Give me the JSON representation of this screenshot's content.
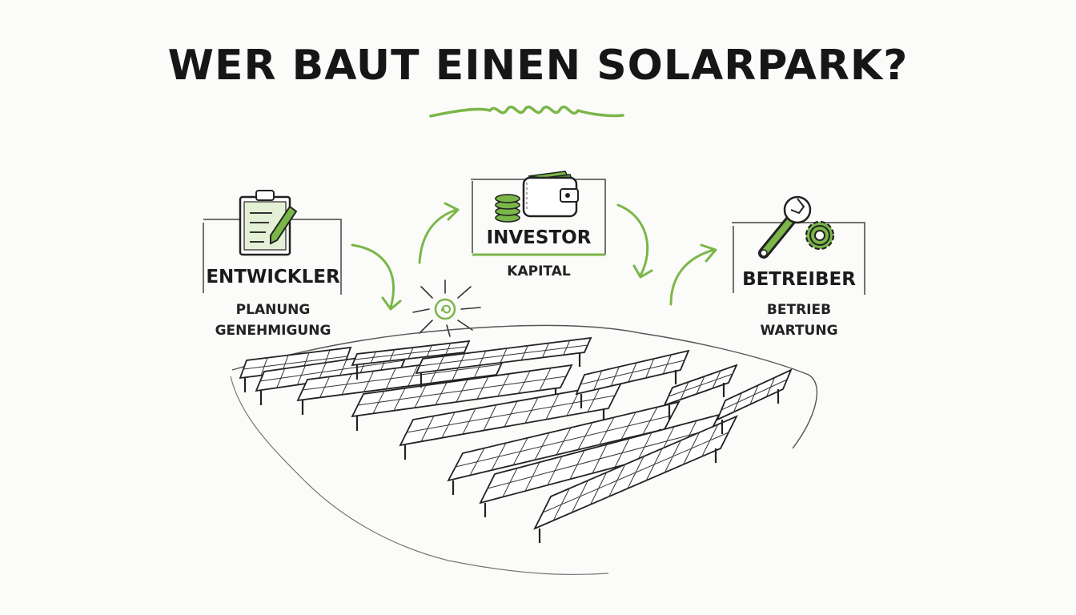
{
  "title": "WER BAUT EINEN SOLARPARK?",
  "roles": [
    {
      "name": "ENTWICKLER",
      "icon": "clipboard-icon",
      "tasks": [
        "PLANUNG",
        "GENEHMIGUNG"
      ]
    },
    {
      "name": "INVESTOR",
      "icon": "wallet-icon",
      "tasks": [
        "KAPITAL"
      ]
    },
    {
      "name": "BETREIBER",
      "icon": "wrench-gear-icon",
      "tasks": [
        "BETRIEB",
        "WARTUNG"
      ]
    }
  ],
  "colors": {
    "accent": "#7ab648",
    "ink": "#1c1c1c",
    "background": "#fbfbf9"
  }
}
